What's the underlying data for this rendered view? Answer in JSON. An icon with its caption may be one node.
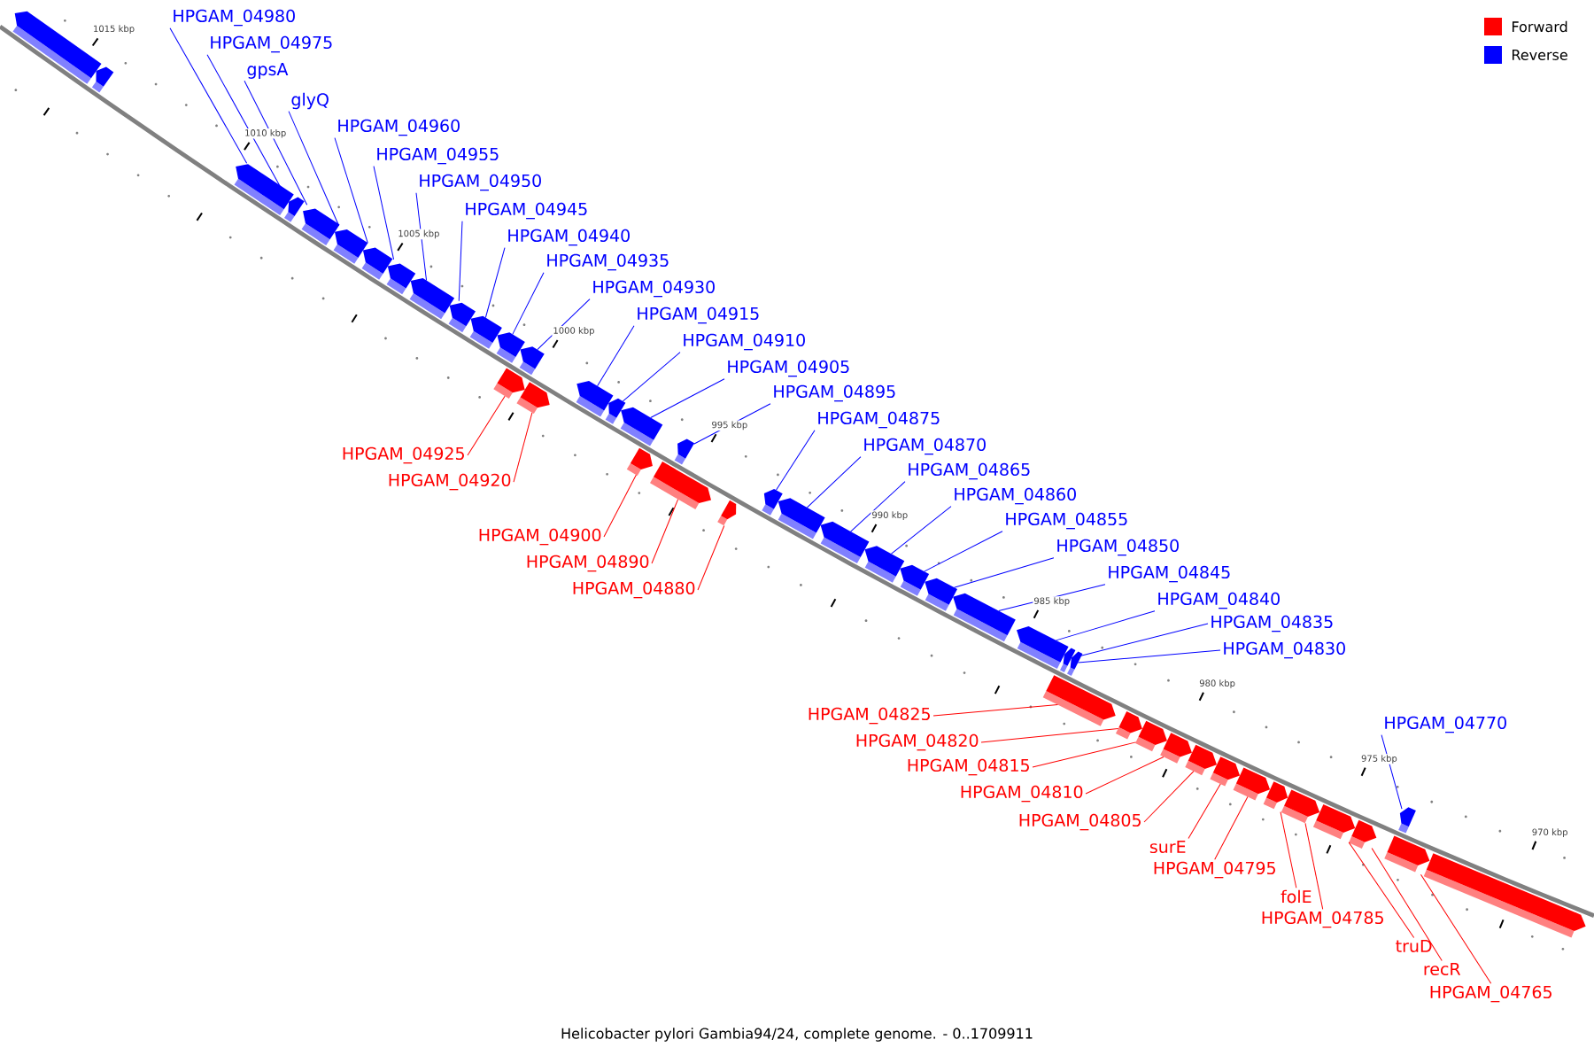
{
  "diagram": {
    "caption": "Helicobacter pylori Gambia94/24, complete genome. - 0..1709911",
    "nodes": [
      {
        "text": [
          "HPGAM_04980"
        ]
      },
      {
        "text": [
          "HPGAM_04975"
        ]
      },
      {
        "text": [
          "gpsA"
        ]
      },
      {
        "text": [
          "glyQ"
        ]
      },
      {
        "text": [
          "HPGAM_04960"
        ]
      },
      {
        "text": [
          "HPGAM_04955"
        ]
      },
      {
        "text": [
          "HPGAM_04950"
        ]
      },
      {
        "text": [
          "HPGAM_04945"
        ]
      },
      {
        "text": [
          "HPGAM_04940"
        ]
      },
      {
        "text": [
          "HPGAM_04935"
        ]
      },
      {
        "text": [
          "HPGAM_04930"
        ]
      },
      {
        "text": [
          "HPGAM_04915"
        ]
      },
      {
        "text": [
          "HPGAM_04910"
        ]
      },
      {
        "text": [
          "HPGAM_04905"
        ]
      },
      {
        "text": [
          "HPGAM_04895"
        ]
      },
      {
        "text": [
          "HPGAM_04875"
        ]
      },
      {
        "text": [
          "HPGAM_04870"
        ]
      },
      {
        "text": [
          "HPGAM_04865"
        ]
      },
      {
        "text": [
          "HPGAM_04860"
        ]
      },
      {
        "text": [
          "HPGAM_04855"
        ]
      },
      {
        "text": [
          "HPGAM_04850"
        ]
      },
      {
        "text": [
          "HPGAM_04845"
        ]
      },
      {
        "text": [
          "HPGAM_04840"
        ]
      },
      {
        "text": [
          "HPGAM_04835"
        ]
      },
      {
        "text": [
          "HPGAM_04830"
        ]
      },
      {
        "text": [
          "HPGAM_04770"
        ]
      },
      {
        "text": [
          "HPGAM_04925"
        ]
      },
      {
        "text": [
          "HPGAM_04920"
        ]
      },
      {
        "text": [
          "HPGAM_04900"
        ]
      },
      {
        "text": [
          "HPGAM_04890"
        ]
      },
      {
        "text": [
          "HPGAM_04880"
        ]
      },
      {
        "text": [
          "HPGAM_04825"
        ]
      },
      {
        "text": [
          "HPGAM_04820"
        ]
      },
      {
        "text": [
          "HPGAM_04815"
        ]
      },
      {
        "text": [
          "HPGAM_04810"
        ]
      },
      {
        "text": [
          "HPGAM_04805"
        ]
      },
      {
        "text": [
          "surE"
        ]
      },
      {
        "text": [
          "HPGAM_04795"
        ]
      },
      {
        "text": [
          "folE"
        ]
      },
      {
        "text": [
          "HPGAM_04785"
        ]
      },
      {
        "text": [
          "truD"
        ]
      },
      {
        "text": [
          "recR"
        ]
      },
      {
        "text": [
          "HPGAM_04765"
        ]
      },
      {
        "text": [],
        "shape": "bar"
      },
      {
        "text": [],
        "shape": "bar"
      },
      {
        "text": [],
        "shape": "bar"
      },
      {
        "text": [],
        "shape": "bar"
      },
      {
        "text": [],
        "shape": "bar"
      },
      {
        "text": [],
        "shape": "bar"
      },
      {
        "text": [],
        "shape": "bar"
      },
      {
        "text": [],
        "shape": "bar"
      },
      {
        "text": [],
        "shape": "bar"
      },
      {
        "text": [],
        "shape": "bar"
      },
      {
        "text": [],
        "shape": "bar"
      },
      {
        "text": [],
        "shape": "bar"
      },
      {
        "text": [],
        "shape": "bar"
      },
      {
        "text": [],
        "shape": "bar"
      },
      {
        "text": [],
        "shape": "bar"
      },
      {
        "text": [],
        "shape": "bar"
      },
      {
        "text": [],
        "shape": "bar"
      },
      {
        "text": [],
        "shape": "bar"
      },
      {
        "text": [],
        "shape": "bar"
      },
      {
        "text": [],
        "shape": "bar"
      },
      {
        "text": [],
        "shape": "bar"
      },
      {
        "text": [],
        "shape": "bar"
      },
      {
        "text": [],
        "shape": "bar"
      },
      {
        "text": [],
        "shape": "bar"
      },
      {
        "text": [],
        "shape": "bar"
      },
      {
        "text": [],
        "shape": "bar"
      },
      {
        "text": [],
        "shape": "bar"
      },
      {
        "text": [],
        "shape": "bar"
      },
      {
        "text": [],
        "shape": "bar"
      },
      {
        "text": [],
        "shape": "bar"
      },
      {
        "text": [],
        "shape": "bar"
      },
      {
        "text": [],
        "shape": "bar"
      },
      {
        "text": [],
        "shape": "bar"
      },
      {
        "text": [],
        "shape": "bar"
      },
      {
        "text": [],
        "shape": "bar"
      },
      {
        "text": [],
        "shape": "bar"
      },
      {
        "text": [],
        "shape": "bar"
      },
      {
        "text": [],
        "shape": "bar"
      },
      {
        "text": [],
        "shape": "bar"
      },
      {
        "text": [],
        "shape": "bar"
      },
      {
        "text": [],
        "shape": "bar"
      },
      {
        "text": [],
        "shape": "bar"
      },
      {
        "text": [],
        "shape": "bar"
      },
      {
        "text": [],
        "shape": "bar"
      },
      {
        "text": [],
        "shape": "bar"
      },
      {
        "text": [],
        "shape": "bar"
      }
    ],
    "edges": [
      {
        "from": 0,
        "to": 45,
        "arrow": "none"
      },
      {
        "from": 1,
        "to": 46,
        "arrow": "none"
      },
      {
        "from": 2,
        "to": 47,
        "arrow": "none"
      },
      {
        "from": 3,
        "to": 48,
        "arrow": "none"
      },
      {
        "from": 4,
        "to": 49,
        "arrow": "none"
      },
      {
        "from": 5,
        "to": 50,
        "arrow": "none"
      },
      {
        "from": 6,
        "to": 51,
        "arrow": "none"
      },
      {
        "from": 7,
        "to": 52,
        "arrow": "none"
      },
      {
        "from": 8,
        "to": 53,
        "arrow": "none"
      },
      {
        "from": 9,
        "to": 54,
        "arrow": "none"
      },
      {
        "from": 10,
        "to": 55,
        "arrow": "none"
      },
      {
        "from": 11,
        "to": 58,
        "arrow": "none"
      },
      {
        "from": 12,
        "to": 59,
        "arrow": "none"
      },
      {
        "from": 13,
        "to": 60,
        "arrow": "none"
      },
      {
        "from": 14,
        "to": 63,
        "arrow": "none"
      },
      {
        "from": 15,
        "to": 65,
        "arrow": "none"
      },
      {
        "from": 16,
        "to": 66,
        "arrow": "none"
      },
      {
        "from": 17,
        "to": 67,
        "arrow": "none"
      },
      {
        "from": 18,
        "to": 68,
        "arrow": "none"
      },
      {
        "from": 19,
        "to": 69,
        "arrow": "none"
      },
      {
        "from": 20,
        "to": 70,
        "arrow": "none"
      },
      {
        "from": 21,
        "to": 71,
        "arrow": "none"
      },
      {
        "from": 22,
        "to": 72,
        "arrow": "none"
      },
      {
        "from": 23,
        "to": 73,
        "arrow": "none"
      },
      {
        "from": 24,
        "to": 74,
        "arrow": "none"
      },
      {
        "from": 25,
        "to": 86,
        "arrow": "none"
      },
      {
        "from": 26,
        "to": 56,
        "arrow": "none",
        "color": "#ff0000"
      },
      {
        "from": 27,
        "to": 57,
        "arrow": "none",
        "color": "#ff0000"
      },
      {
        "from": 28,
        "to": 61,
        "arrow": "none",
        "color": "#ff0000"
      },
      {
        "from": 29,
        "to": 62,
        "arrow": "none",
        "color": "#ff0000"
      },
      {
        "from": 30,
        "to": 64,
        "arrow": "none",
        "color": "#ff0000"
      },
      {
        "from": 31,
        "to": 75,
        "arrow": "none",
        "color": "#ff0000"
      },
      {
        "from": 32,
        "to": 76,
        "arrow": "none",
        "color": "#ff0000"
      },
      {
        "from": 33,
        "to": 77,
        "arrow": "none",
        "color": "#ff0000"
      },
      {
        "from": 34,
        "to": 78,
        "arrow": "none",
        "color": "#ff0000"
      },
      {
        "from": 35,
        "to": 79,
        "arrow": "none",
        "color": "#ff0000"
      },
      {
        "from": 36,
        "to": 80,
        "arrow": "none",
        "color": "#ff0000"
      },
      {
        "from": 37,
        "to": 81,
        "arrow": "none",
        "color": "#ff0000"
      },
      {
        "from": 38,
        "to": 82,
        "arrow": "none",
        "color": "#ff0000"
      },
      {
        "from": 39,
        "to": 83,
        "arrow": "none",
        "color": "#ff0000"
      },
      {
        "from": 40,
        "to": 84,
        "arrow": "none",
        "color": "#ff0000"
      },
      {
        "from": 41,
        "to": 85,
        "arrow": "none",
        "color": "#ff0000"
      },
      {
        "from": 42,
        "to": 87,
        "arrow": "none",
        "color": "#ff0000"
      }
    ],
    "labels": [
      "1015 kbp",
      "1010 kbp",
      "1005 kbp",
      "1000 kbp",
      "995 kbp",
      "990 kbp",
      "985 kbp",
      "980 kbp",
      "975 kbp",
      "970 kbp"
    ],
    "legend": [
      {
        "text": "Forward",
        "color": "#ff0000"
      },
      {
        "text": "Reverse",
        "color": "#0000ff"
      }
    ]
  }
}
